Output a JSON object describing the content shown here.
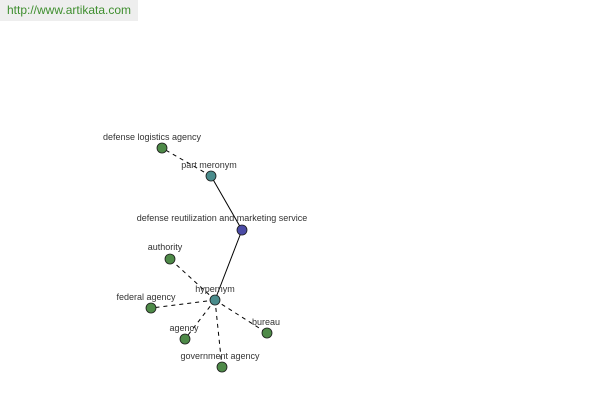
{
  "header": {
    "url": "http://www.artikata.com"
  },
  "graph": {
    "colors": {
      "center": "#4b4ba6",
      "relation": "#4a8c8c",
      "term": "#4e8a48",
      "stroke": "#1a1a1a",
      "edge": "#000000"
    },
    "nodes": [
      {
        "id": "center",
        "label": "defense reutilization and marketing service",
        "kind": "center"
      },
      {
        "id": "part-meronym",
        "label": "part meronym",
        "kind": "relation"
      },
      {
        "id": "hypernym",
        "label": "hypernym",
        "kind": "relation"
      },
      {
        "id": "defense-logistics-agency",
        "label": "defense logistics agency",
        "kind": "term"
      },
      {
        "id": "authority",
        "label": "authority",
        "kind": "term"
      },
      {
        "id": "federal-agency",
        "label": "federal agency",
        "kind": "term"
      },
      {
        "id": "agency",
        "label": "agency",
        "kind": "term"
      },
      {
        "id": "bureau",
        "label": "bureau",
        "kind": "term"
      },
      {
        "id": "government-agency",
        "label": "government agency",
        "kind": "term"
      }
    ],
    "edges": [
      {
        "from": "center",
        "to": "part-meronym",
        "style": "solid"
      },
      {
        "from": "center",
        "to": "hypernym",
        "style": "solid"
      },
      {
        "from": "part-meronym",
        "to": "defense-logistics-agency",
        "style": "dashed"
      },
      {
        "from": "hypernym",
        "to": "authority",
        "style": "dashed"
      },
      {
        "from": "hypernym",
        "to": "federal-agency",
        "style": "dashed"
      },
      {
        "from": "hypernym",
        "to": "agency",
        "style": "dashed"
      },
      {
        "from": "hypernym",
        "to": "bureau",
        "style": "dashed"
      },
      {
        "from": "hypernym",
        "to": "government-agency",
        "style": "dashed"
      }
    ]
  }
}
